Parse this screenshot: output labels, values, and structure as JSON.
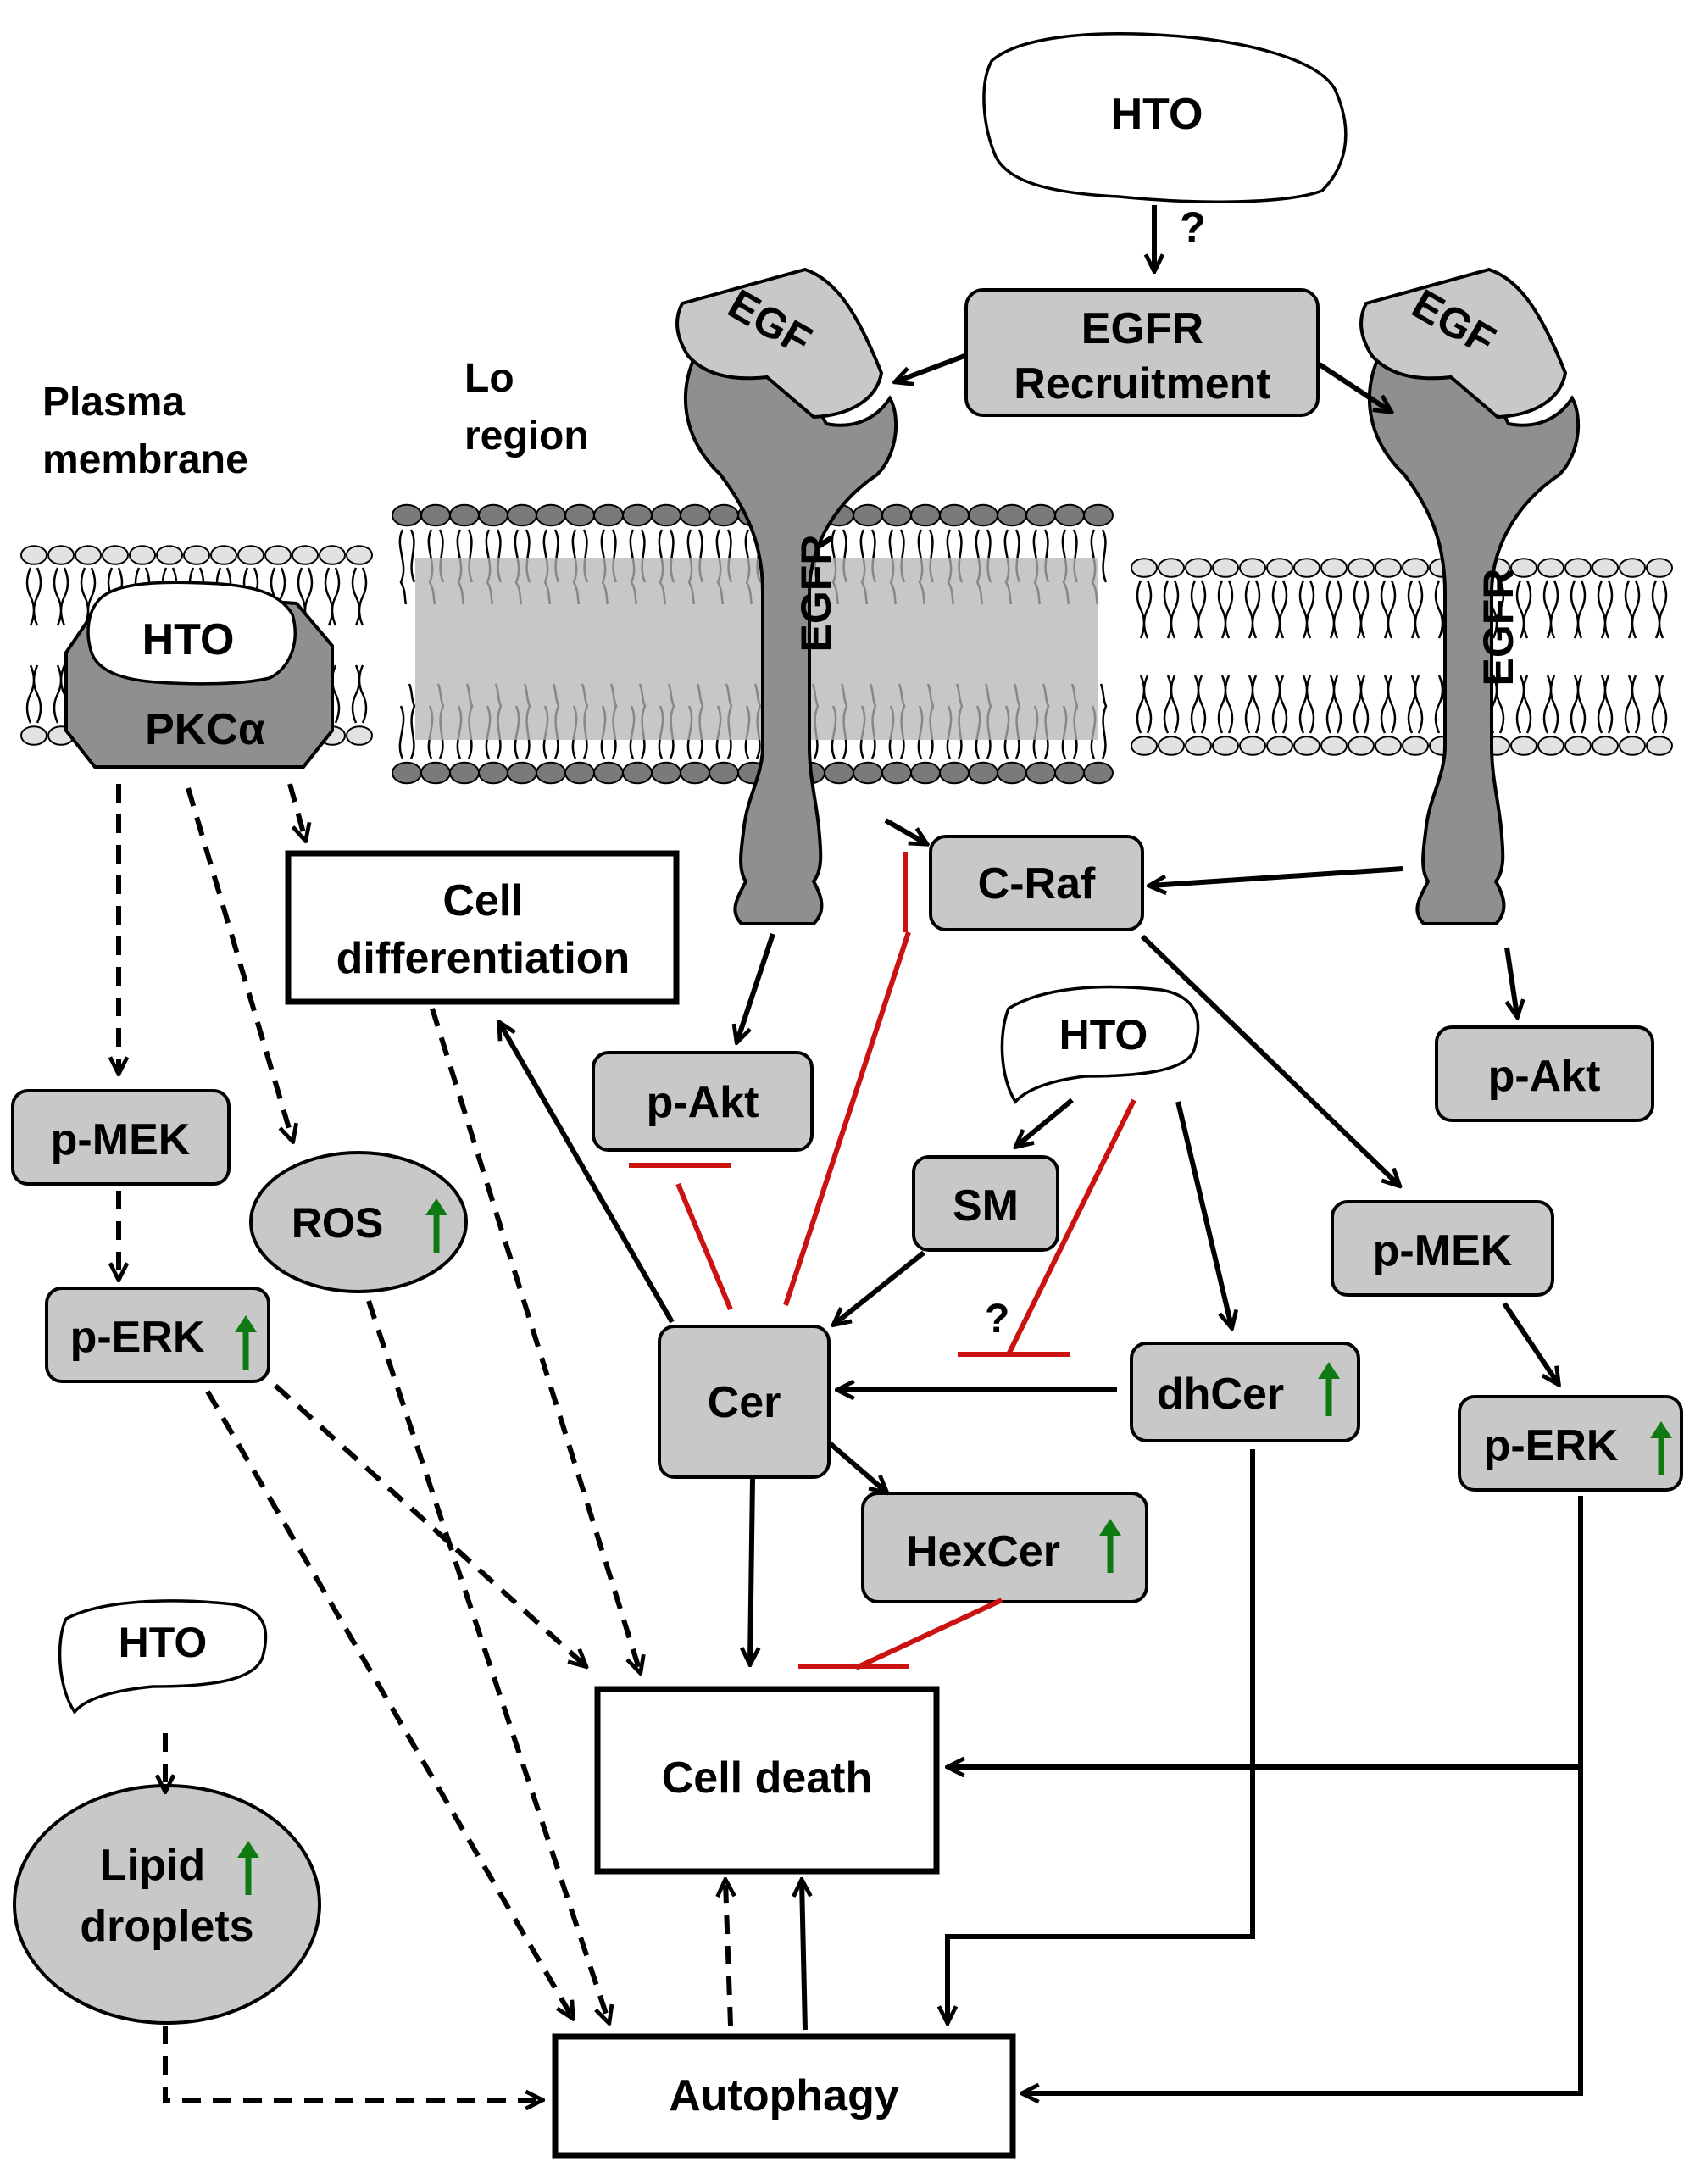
{
  "labels": {
    "hto": "HTO",
    "question": "?",
    "egf": "EGF",
    "egfr": "EGFR",
    "egfr_recruitment_l1": "EGFR",
    "egfr_recruitment_l2": "Recruitment",
    "plasma_membrane_l1": "Plasma",
    "plasma_membrane_l2": "membrane",
    "lo_region_l1": "Lo",
    "lo_region_l2": "region",
    "pkc": "PKCα",
    "craf": "C-Raf",
    "pakt": "p-Akt",
    "pmek": "p-MEK",
    "perk": "p-ERK",
    "ros": "ROS",
    "sm": "SM",
    "cer": "Cer",
    "dhcer": "dhCer",
    "hexcer": "HexCer",
    "cell_diff_l1": "Cell",
    "cell_diff_l2": "differentiation",
    "cell_death": "Cell  death",
    "autophagy": "Autophagy",
    "lipid_l1": "Lipid",
    "lipid_l2": "droplets"
  },
  "colors": {
    "node_fill": "#c8c8c8",
    "receptor_fill": "#8f8f8f",
    "lo_region_fill": "#b4b4b4",
    "activation_arrow": "#000000",
    "inhibition": "#cc1111",
    "increase_arrow": "#0f7a12"
  }
}
